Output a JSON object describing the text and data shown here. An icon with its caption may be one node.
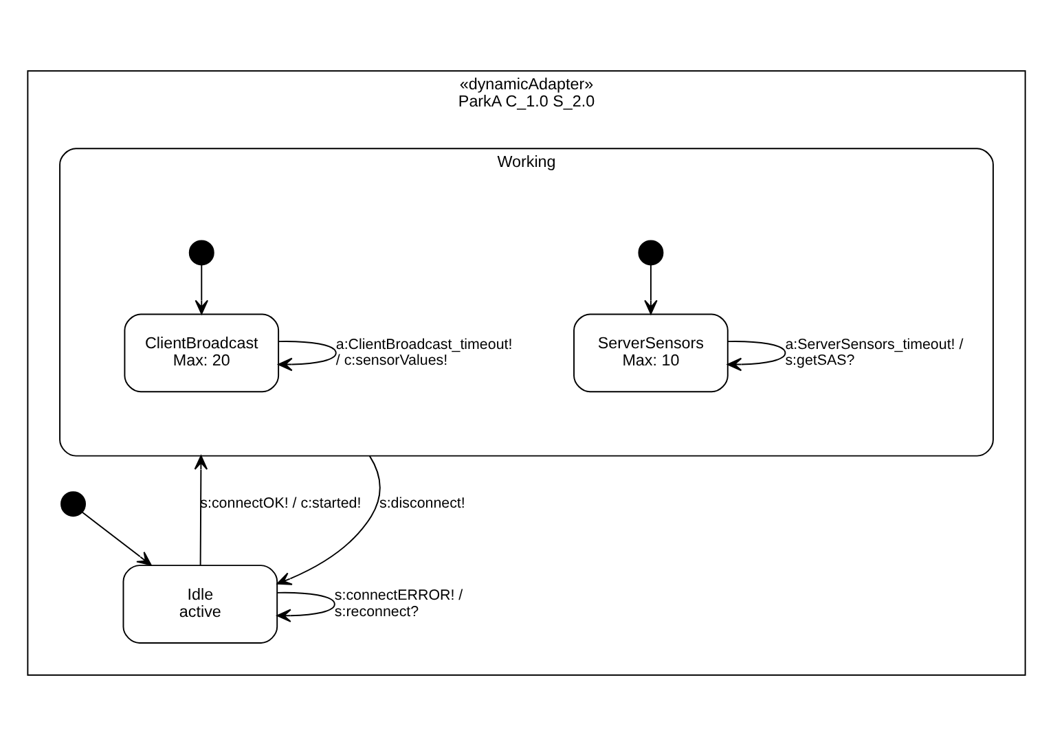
{
  "diagram": {
    "nodes": [
      {
        "text": [
          "«dynamicAdapter»",
          "ParkA C_1.0 S_2.0"
        ]
      },
      {
        "text": [],
        "shape": "circle",
        "in": 0
      },
      {
        "text": [
          "Idle",
          "active"
        ],
        "in": 0
      },
      {
        "text": [
          "Working"
        ],
        "in": 0
      },
      {
        "text": [],
        "shape": "circle",
        "in": 3
      },
      {
        "text": [
          "ClientBroadcast",
          "Max: 20"
        ],
        "in": 3
      },
      {
        "text": [],
        "shape": "circle",
        "in": 3
      },
      {
        "text": [
          "ServerSensors",
          "Max: 10"
        ],
        "in": 3
      }
    ],
    "edges": [
      {
        "from": 1,
        "to": 2,
        "arrow": "to"
      },
      {
        "from": 2,
        "to": 2,
        "label": "s:connectERROR! / s:reconnect?",
        "arrow": "to"
      },
      {
        "from": 2,
        "to": 3,
        "label": "s:connectOK! / c:started!",
        "arrow": "to"
      },
      {
        "from": 3,
        "to": 2,
        "label": "s:disconnect!",
        "arrow": "to"
      },
      {
        "from": 4,
        "to": 5,
        "arrow": "to"
      },
      {
        "from": 5,
        "to": 5,
        "label": "a:ClientBroadcast_timeout! / c:sensorValues!",
        "arrow": "to"
      },
      {
        "from": 6,
        "to": 7,
        "arrow": "to"
      },
      {
        "from": 7,
        "to": 7,
        "label": "a:ServerSensors_timeout! / s:getSAS?",
        "arrow": "to"
      }
    ]
  }
}
